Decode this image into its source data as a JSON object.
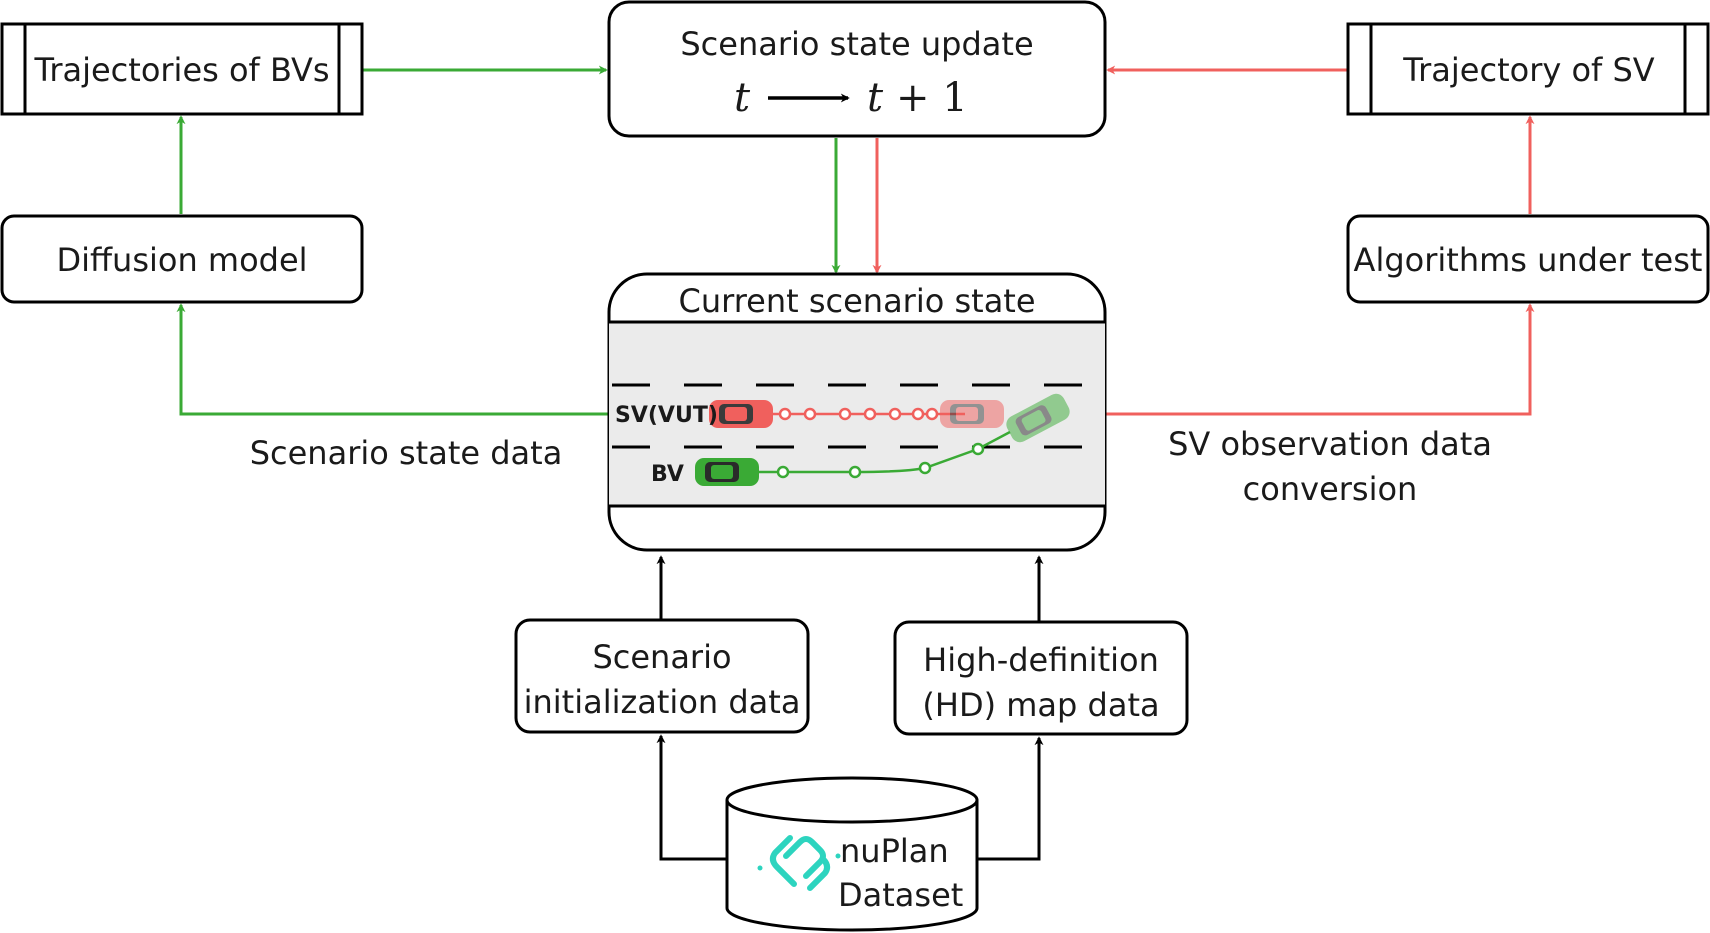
{
  "nodes": {
    "trajectories_bvs": "Trajectories of BVs",
    "scenario_update_title": "Scenario state update",
    "scenario_update_t": "t",
    "scenario_update_t_next": "t",
    "scenario_update_plus": "+ 1",
    "trajectory_sv": "Trajectory of SV",
    "diffusion_model": "Diffusion model",
    "algorithms_under_test": "Algorithms under test",
    "current_state_title": "Current scenario state",
    "sv_label": "SV(VUT)",
    "bv_label": "BV",
    "init_data_line1": "Scenario",
    "init_data_line2": "initialization data",
    "hd_map_line1": "High-definition",
    "hd_map_line2": "(HD) map data",
    "dataset_line1": "nuPlan",
    "dataset_line2": "Dataset"
  },
  "edge_labels": {
    "scenario_state_data": "Scenario state data",
    "sv_obs_line1": "SV observation data",
    "sv_obs_line2": "conversion"
  },
  "colors": {
    "green": "#3aaa35",
    "red": "#f0605d",
    "black": "#000000",
    "road": "#ebebeb",
    "teal": "#2dd4bf"
  },
  "icons": {
    "dataset": "nuplan-logo-icon",
    "vehicle": "car-icon",
    "database": "cylinder-icon"
  }
}
